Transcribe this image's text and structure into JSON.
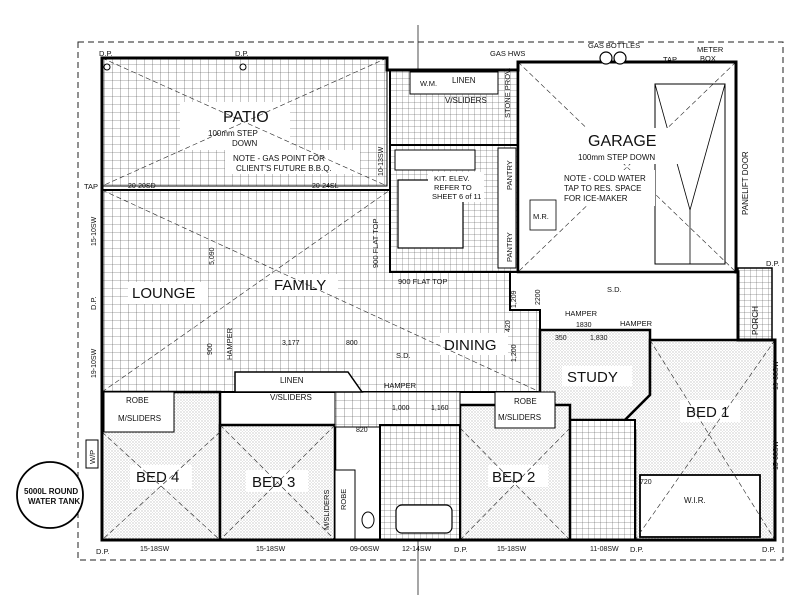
{
  "rooms": {
    "patio": "PATIO",
    "patio_step_1": "100mm STEP",
    "patio_step_2": "DOWN",
    "patio_note_1": "NOTE - GAS POINT FOR",
    "patio_note_2": "CLIENT'S FUTURE B.B.Q.",
    "garage": "GARAGE",
    "garage_step": "100mm STEP DOWN",
    "garage_note_1": "NOTE - COLD WATER",
    "garage_note_2": "TAP TO RES. SPACE",
    "garage_note_3": "FOR ICE-MAKER",
    "panelift": "PANELIFT DOOR",
    "lounge": "LOUNGE",
    "family": "FAMILY",
    "dining": "DINING",
    "study": "STUDY",
    "porch": "PORCH",
    "bed1": "BED 1",
    "bed2": "BED 2",
    "bed3": "BED 3",
    "bed4": "BED 4",
    "wir": "W.I.R.",
    "linen_top": "LINEN",
    "linen_mid": "LINEN",
    "v_sliders_top": "V/SLIDERS",
    "v_sliders_mid": "V/SLIDERS",
    "robe_left": "ROBE",
    "robe_right": "ROBE",
    "robe_bed3": "ROBE",
    "m_sliders_left": "M/SLIDERS",
    "m_sliders_right": "M/SLIDERS",
    "m_sliders_bed3": "M/SLIDERS",
    "pantry_1": "PANTRY",
    "pantry_2": "PANTRY",
    "wm": "W.M.",
    "stone_prov": "STONE PROV.",
    "mr": "M.R.",
    "wip": "W/P",
    "hamper_1": "HAMPER",
    "hamper_2": "HAMPER",
    "hamper_3": "HAMPER",
    "hamper_4": "HAMPER",
    "sd_1": "S.D.",
    "sd_2": "S.D.",
    "kit_note_1": "KIT. ELEV.",
    "kit_note_2": "REFER TO",
    "kit_note_3": "SHEET 6 of 11",
    "flat_top_1": "900 FLAT TOP",
    "flat_top_2": "900 FLAT TOP"
  },
  "labels": {
    "gas_bottles": "GAS BOTTLES",
    "gas_hws": "GAS HWS",
    "tap_top": "TAP",
    "tap_left": "TAP",
    "meter_box_1": "METER",
    "meter_box_2": "BOX",
    "dp_tl": "D.P.",
    "dp_tr": "D.P.",
    "dp_left": "D.P.",
    "dp_bl": "D.P.",
    "dp_br": "D.P.",
    "dp_b1": "D.P.",
    "dp_b2": "D.P.",
    "dp_porch": "D.P.",
    "tank_1": "5000L ROUND",
    "tank_2": "WATER TANK"
  },
  "windows": {
    "w_2020sd": "20-20SD",
    "w_2024sl": "20-24SL",
    "w_1510sw": "15-10SW",
    "w_1910sw": "19-10SW",
    "w_1508sw": "15-08SW",
    "w_1908sw": "19-08SW",
    "w_1518sw_a": "15-18SW",
    "w_1518sw_b": "15-18SW",
    "w_1518sw_c": "15-18SW",
    "w_0906sw": "09-06SW",
    "w_1214sw": "12-14SW",
    "w_1108sw": "11-08SW",
    "w_1013sw": "10-13SW"
  },
  "dimensions": {
    "d_5090": "5,090",
    "d_3177": "3,177",
    "d_800": "800",
    "d_900": "900",
    "d_1000": "1,000",
    "d_1160": "1,160",
    "d_1200": "1,200",
    "d_1209": "1,209",
    "d_420": "420",
    "d_350": "350",
    "d_1830_a": "1,830",
    "d_1830_b": "1830",
    "d_720": "720",
    "d_820": "820",
    "d_2200": "2200"
  }
}
